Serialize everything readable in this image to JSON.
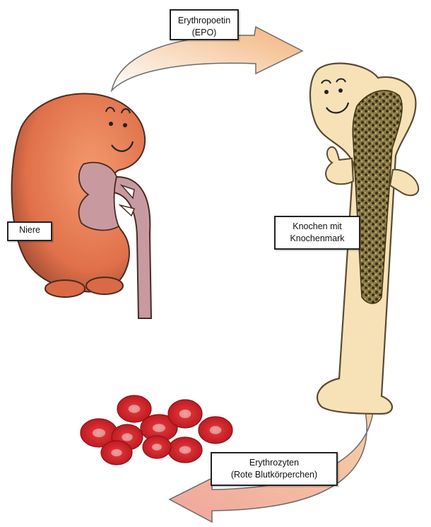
{
  "labels": {
    "epo": [
      "Erythropoetin",
      "(EPO)"
    ],
    "niere": "Niere",
    "knochen": [
      "Knochen mit",
      "Knochenmark"
    ],
    "erythrozyten": [
      "Erythrozyten",
      "(Rote Blutkörperchen)"
    ]
  },
  "colors": {
    "kidney": "#e8794f",
    "kidney_dark": "#b5503a",
    "bone": "#f7e2b8",
    "marrow": "#6b5a2e",
    "blood_cell": "#d8262c",
    "arrow": "#f5c59a"
  }
}
